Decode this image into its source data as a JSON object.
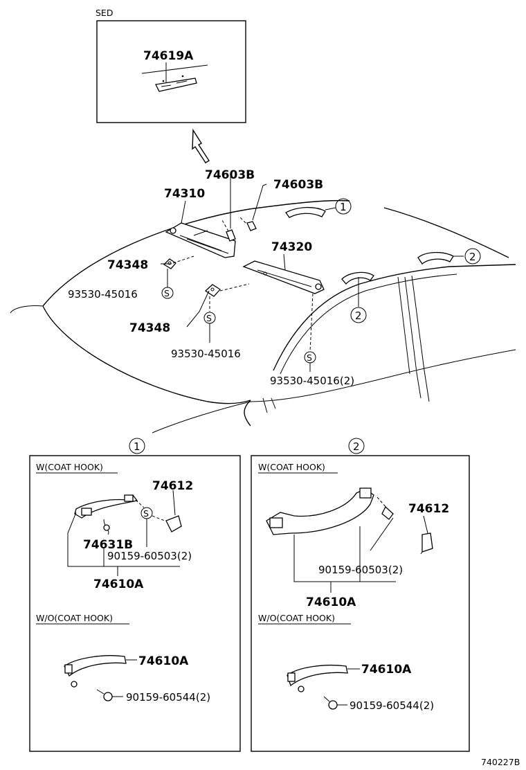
{
  "inset": {
    "label": "SED",
    "part": "74619A"
  },
  "labels": {
    "p74603B_a": "74603B",
    "p74603B_b": "74603B",
    "p74310": "74310",
    "p74320": "74320",
    "p74348_a": "74348",
    "p74348_b": "74348",
    "p93530_a": "93530-45016",
    "p93530_b": "93530-45016",
    "p93530_c": "93530-45016(2)",
    "marker1": "1",
    "marker2": "2",
    "marker2b": "2"
  },
  "detail1": {
    "marker": "1",
    "w_caption": "W(COAT HOOK)",
    "p74612": "74612",
    "p74631B": "74631B",
    "p90159_60503": "90159-60503(2)",
    "p74610A": "74610A",
    "wo_caption": "W/O(COAT HOOK)",
    "wo_74610A": "74610A",
    "wo_90159_60544": "90159-60544(2)"
  },
  "detail2": {
    "marker": "2",
    "w_caption": "W(COAT HOOK)",
    "p74612": "74612",
    "p90159_60503": "90159-60503(2)",
    "p74610A": "74610A",
    "wo_caption": "W/O(COAT HOOK)",
    "wo_74610A": "74610A",
    "wo_90159_60544": "90159-60544(2)"
  },
  "footer_code": "740227B",
  "screw_symbol": "S"
}
